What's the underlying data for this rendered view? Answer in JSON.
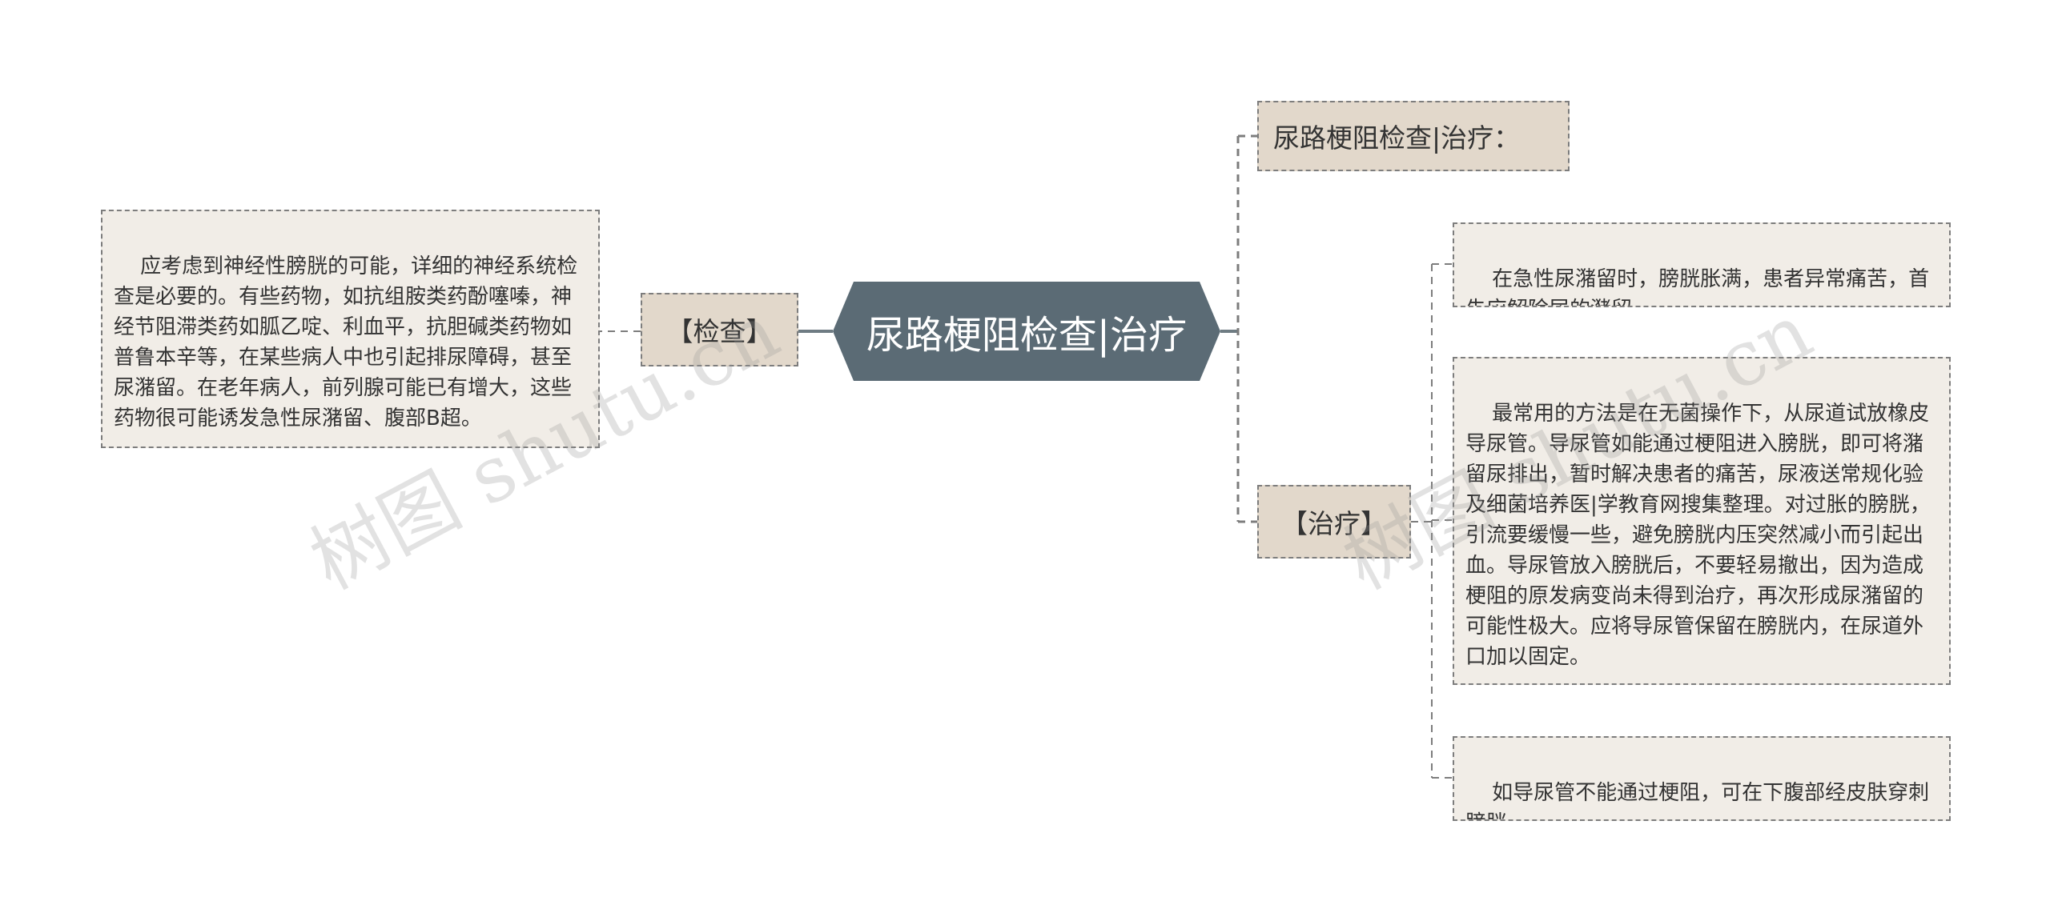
{
  "mindmap": {
    "root": {
      "label": "尿路梗阻检查|治疗"
    },
    "left": {
      "branch_label": "【检查】",
      "detail": "应考虑到神经性膀胱的可能，详细的神经系统检查是必要的。有些药物，如抗组胺类药酚噻嗪，神经节阻滞类药如胍乙啶、利血平，抗胆碱类药物如普鲁本辛等，在某些病人中也引起排尿障碍，甚至尿潴留。在老年病人，前列腺可能已有增大，这些药物很可能诱发急性尿潴留、腹部B超。"
    },
    "right": {
      "title_node": "尿路梗阻检查|治疗：",
      "treatment_label": "【治疗】",
      "treatment_items": [
        "在急性尿潴留时，膀胱胀满，患者异常痛苦，首先应解除尿的潴留。",
        "最常用的方法是在无菌操作下，从尿道试放橡皮导尿管。导尿管如能通过梗阻进入膀胱，即可将潴留尿排出，暂时解决患者的痛苦，尿液送常规化验及细菌培养医|学教育网搜集整理。对过胀的膀胱，引流要缓慢一些，避免膀胱内压突然减小而引起出血。导尿管放入膀胱后，不要轻易撤出，因为造成梗阻的原发病变尚未得到治疗，再次形成尿潴留的可能性极大。应将导尿管保留在膀胱内，在尿道外口加以固定。",
        "如导尿管不能通过梗阻，可在下腹部经皮肤穿刺膀胱。"
      ]
    }
  },
  "watermarks": [
    "树图 shutu.cn",
    "树图 shutu.cn"
  ],
  "colors": {
    "root_fill": "#5b6b75",
    "tag_fill": "#e2d8cb",
    "text_fill": "#f1ede7",
    "border": "#7d7d7d",
    "connector": "#6f7c83"
  }
}
